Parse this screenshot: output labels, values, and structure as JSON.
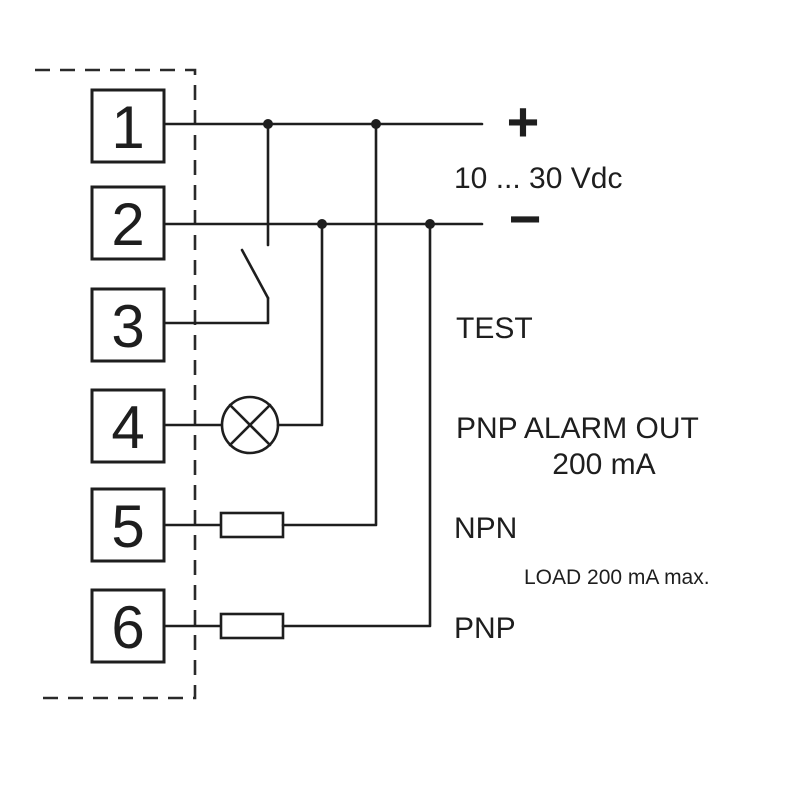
{
  "terminals": [
    {
      "number": "1"
    },
    {
      "number": "2"
    },
    {
      "number": "3"
    },
    {
      "number": "4"
    },
    {
      "number": "5"
    },
    {
      "number": "6"
    }
  ],
  "supply": {
    "plus": "+",
    "minus": "−",
    "voltage": "10 ... 30 Vdc"
  },
  "labels": {
    "test": "TEST",
    "alarm_line1": "PNP ALARM OUT",
    "alarm_line2": "200 mA",
    "npn": "NPN",
    "load": "LOAD 200 mA max.",
    "pnp": "PNP"
  }
}
